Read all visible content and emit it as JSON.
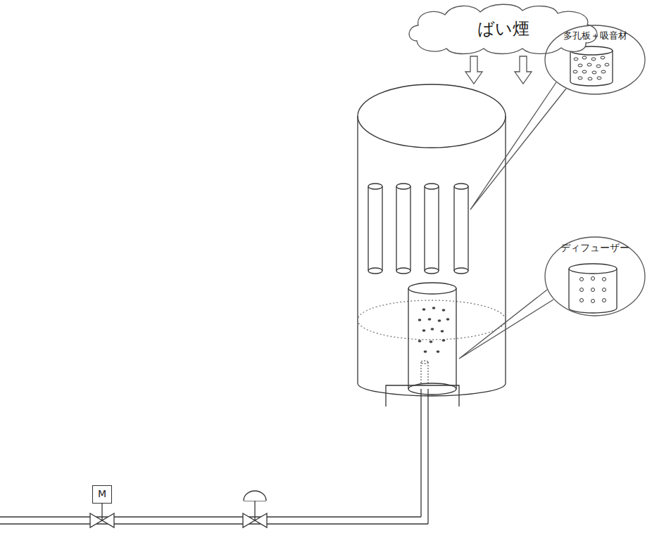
{
  "diagram": {
    "nodes": [
      {
        "text": [
          "ばい煙"
        ]
      },
      {
        "text": [
          "多孔板＋吸音材"
        ]
      },
      {
        "text": [
          "ディフューザー"
        ]
      },
      {
        "text": [
          "M"
        ]
      }
    ]
  }
}
